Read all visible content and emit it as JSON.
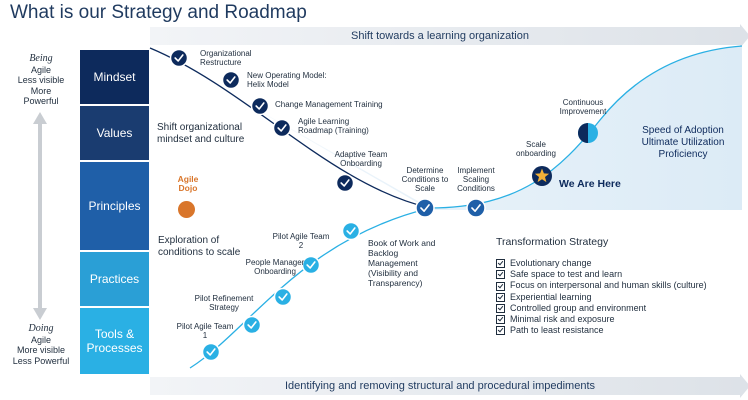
{
  "title": "What is our Strategy and Roadmap",
  "top_banner": "Shift towards a learning organization",
  "bottom_banner": "Identifying and removing structural and procedural impediments",
  "levels": [
    "Mindset",
    "Values",
    "Principles",
    "Practices",
    "Tools & Processes"
  ],
  "level_colors": [
    "#0d2a5c",
    "#1a3c70",
    "#1f5fa8",
    "#2a9fd6",
    "#2ab0e4"
  ],
  "left_top": {
    "role": "Being",
    "name": "Agile",
    "line1": "Less visible",
    "line2": "More",
    "line3": "Powerful"
  },
  "left_bottom": {
    "role": "Doing",
    "name": "Agile",
    "line1": "More visible",
    "line2": "Less Powerful"
  },
  "upper_milestones": [
    {
      "label": "Organizational Restructure"
    },
    {
      "label": "New Operating Model: Helix Model"
    },
    {
      "label": "Change Management Training"
    },
    {
      "label": "Agile Learning Roadmap (Training)"
    },
    {
      "label": "Adaptive Team Onboarding"
    }
  ],
  "lower_milestones": [
    {
      "label": "Pilot Agile Team 1"
    },
    {
      "label": "Pilot Refinement Strategy"
    },
    {
      "label": "People Manager Onboarding"
    },
    {
      "label": "Pilot Agile Team 2"
    },
    {
      "label": "Book of Work and Backlog Management (Visibility and Transparency)"
    }
  ],
  "merge_milestones": [
    {
      "label": "Determine Conditions to Scale"
    },
    {
      "label": "Implement Scaling Conditions"
    }
  ],
  "scale_onboarding": "Scale onboarding",
  "continuous_improvement": "Continuous Improvement",
  "we_are_here": "We Are Here",
  "agile_dojo": "Agile Dojo",
  "agile_dojo_color": "#d9762b",
  "shift_text": "Shift organizational mindset and culture",
  "exploration_text": "Exploration of conditions to scale",
  "speed_text": {
    "line1": "Speed of Adoption",
    "line2": "Ultimate Utilization",
    "line3": "Proficiency"
  },
  "strategy": {
    "title": "Transformation Strategy",
    "items": [
      "Evolutionary change",
      "Safe space to test and learn",
      "Focus on interpersonal and human skills (culture)",
      "Experiential learning",
      "Controlled group and environment",
      "Minimal risk and exposure",
      "Path to least resistance"
    ]
  },
  "colors": {
    "navy": "#0d2a5c",
    "cyan": "#2ab0e4",
    "star": "#f2b138",
    "shade": "#e8f2fa"
  }
}
